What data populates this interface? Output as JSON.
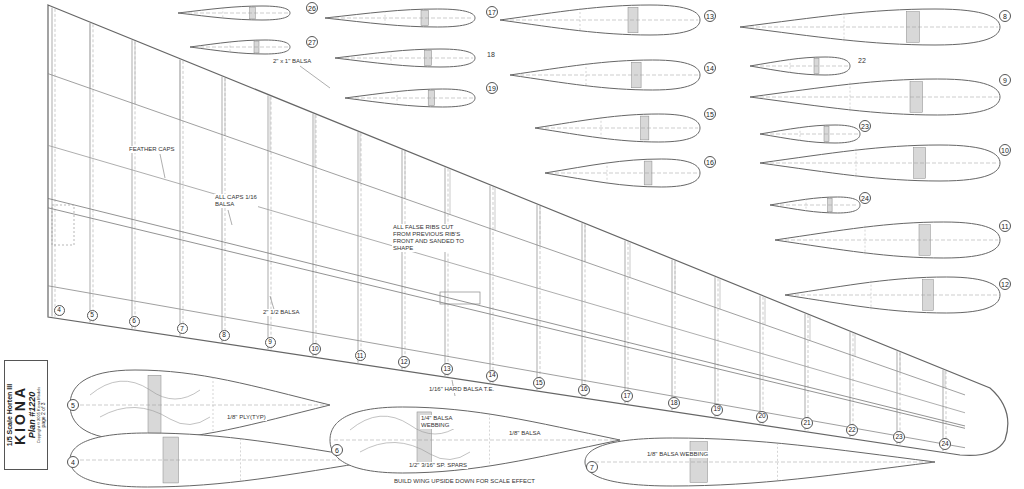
{
  "diagram": {
    "nodes": [
      {
        "text": [
          "26"
        ]
      },
      {
        "text": [
          "17"
        ]
      },
      {
        "text": [
          "13"
        ]
      },
      {
        "text": [
          "8"
        ]
      },
      {
        "text": [
          "27"
        ]
      },
      {
        "text": [
          "14"
        ]
      },
      {
        "text": [
          "9"
        ]
      },
      {
        "text": [
          "19"
        ]
      },
      {
        "text": [
          "15"
        ]
      },
      {
        "text": [
          "23"
        ]
      },
      {
        "text": [
          "10"
        ]
      },
      {
        "text": [
          "16"
        ]
      },
      {
        "text": [
          "24"
        ]
      },
      {
        "text": [
          "11"
        ]
      },
      {
        "text": [
          "12"
        ]
      },
      {
        "text": [
          "4"
        ]
      },
      {
        "text": [
          "5"
        ]
      },
      {
        "text": [
          "6"
        ]
      },
      {
        "text": [
          "7"
        ]
      },
      {
        "text": [
          "8"
        ]
      },
      {
        "text": [
          "9"
        ]
      },
      {
        "text": [
          "10"
        ]
      },
      {
        "text": [
          "11"
        ]
      },
      {
        "text": [
          "12"
        ]
      },
      {
        "text": [
          "13"
        ]
      },
      {
        "text": [
          "14"
        ]
      },
      {
        "text": [
          "15"
        ]
      },
      {
        "text": [
          "16"
        ]
      },
      {
        "text": [
          "17"
        ]
      },
      {
        "text": [
          "18"
        ]
      },
      {
        "text": [
          "19"
        ]
      },
      {
        "text": [
          "20"
        ]
      },
      {
        "text": [
          "21"
        ]
      },
      {
        "text": [
          "22"
        ]
      },
      {
        "text": [
          "23"
        ]
      },
      {
        "text": [
          "24"
        ]
      },
      {
        "text": [
          "5"
        ]
      },
      {
        "text": [
          "6"
        ]
      },
      {
        "text": [
          "4"
        ]
      },
      {
        "text": [
          "7"
        ]
      }
    ],
    "labels": [
      "2\" x 1\" BALSA",
      "FEATHER CAPS",
      "ALL CAPS 1/16 BALSA",
      "ALL FALSE RIBS CUT FROM PREVIOUS RIB'S FRONT AND SANDED TO SHAPE",
      "2\" 1/2 BALSA",
      "1/16\" HARD BALSA T.E.",
      "1/8\" PLY(TYP)",
      "1/4\" BALSA WEBBING",
      "1/8\" BALSA",
      "1/2\" 3/16\" SP. SPARS",
      "1/8\" BALSA WEBBING",
      "BUILD WING UPSIDE DOWN FOR SCALE EFFECT",
      "18",
      "22",
      "1/5 Scale Horten III",
      "KIONA",
      "Plan #1220",
      "Copyright © 2005 Kiona Models",
      "page 2 of 3"
    ]
  }
}
